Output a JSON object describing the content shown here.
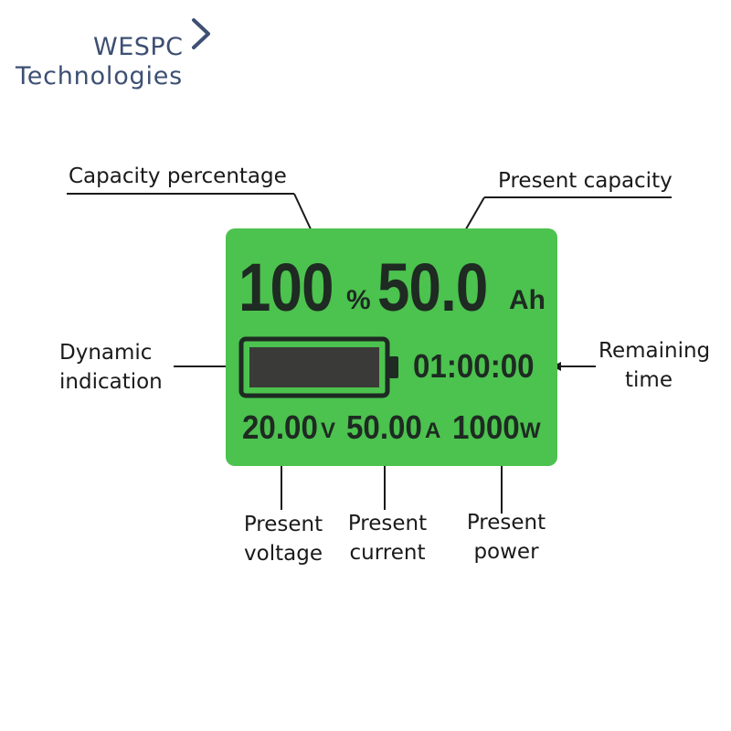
{
  "logo": {
    "line1": "WESPC",
    "line2": "Technologies",
    "color": "#3d4f73"
  },
  "display": {
    "background_color": "#4cc24f",
    "digit_color": "#1e2a22",
    "capacity_percentage_value": "100",
    "capacity_percentage_unit": "%",
    "present_capacity_value": "50.0",
    "present_capacity_unit": "Ah",
    "remaining_time_value": "01:00:00",
    "voltage_value": "20.00",
    "voltage_unit": "V",
    "current_value": "50.00",
    "current_unit": "A",
    "power_value": "1000",
    "power_unit": "W",
    "battery_level": 1.0
  },
  "callouts": {
    "capacity_percentage": "Capacity  percentage",
    "present_capacity": "Present capacity",
    "dynamic_indication": [
      "Dynamic",
      "indication"
    ],
    "remaining_time": [
      "Remaining",
      "time"
    ],
    "present_voltage": [
      "Present",
      "voltage"
    ],
    "present_current": [
      "Present",
      "current"
    ],
    "present_power": [
      "Present",
      "power"
    ]
  }
}
